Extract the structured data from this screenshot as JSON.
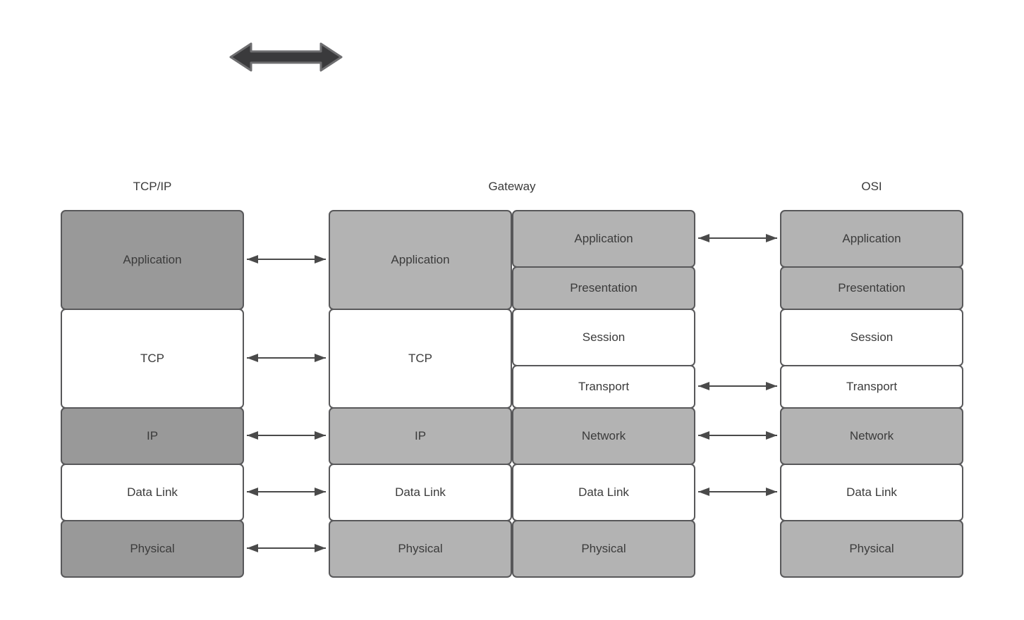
{
  "titles": {
    "tcpip": "TCP/IP",
    "gateway": "Gateway",
    "osi": "OSI"
  },
  "stacks": {
    "tcpip": {
      "layers": [
        {
          "label": "Application",
          "shade": "dark"
        },
        {
          "label": "TCP",
          "shade": "white"
        },
        {
          "label": "IP",
          "shade": "dark"
        },
        {
          "label": "Data Link",
          "shade": "white"
        },
        {
          "label": "Physical",
          "shade": "dark"
        }
      ]
    },
    "gateway_left": {
      "layers": [
        {
          "label": "Application",
          "shade": "light"
        },
        {
          "label": "TCP",
          "shade": "white"
        },
        {
          "label": "IP",
          "shade": "light"
        },
        {
          "label": "Data Link",
          "shade": "white"
        },
        {
          "label": "Physical",
          "shade": "light"
        }
      ]
    },
    "gateway_right": {
      "layers": [
        {
          "label": "Application",
          "shade": "light"
        },
        {
          "label": "Presentation",
          "shade": "light"
        },
        {
          "label": "Session",
          "shade": "white"
        },
        {
          "label": "Transport",
          "shade": "white"
        },
        {
          "label": "Network",
          "shade": "light"
        },
        {
          "label": "Data Link",
          "shade": "white"
        },
        {
          "label": "Physical",
          "shade": "light"
        }
      ]
    },
    "osi": {
      "layers": [
        {
          "label": "Application",
          "shade": "light"
        },
        {
          "label": "Presentation",
          "shade": "light"
        },
        {
          "label": "Session",
          "shade": "white"
        },
        {
          "label": "Transport",
          "shade": "white"
        },
        {
          "label": "Network",
          "shade": "light"
        },
        {
          "label": "Data Link",
          "shade": "white"
        },
        {
          "label": "Physical",
          "shade": "light"
        }
      ]
    }
  },
  "connections": {
    "tcpip_to_gateway": [
      "Application",
      "TCP",
      "IP",
      "Data Link",
      "Physical"
    ],
    "gateway_to_osi": [
      "Application",
      "Transport",
      "Network",
      "Data Link"
    ],
    "style": "double-headed arrows"
  },
  "legend_arrow": {
    "meaning": "bidirectional double-headed arrow symbol"
  },
  "colors": {
    "dark_layer_fill": "#999999",
    "light_layer_fill": "#b3b3b3",
    "white_layer_fill": "#ffffff",
    "layer_border": "#58585a",
    "label_text": "#3b3b3b",
    "connector": "#4a4a4a",
    "legend_arrow_fill": "#3a3a3c",
    "legend_arrow_stroke": "#6e6e70"
  }
}
